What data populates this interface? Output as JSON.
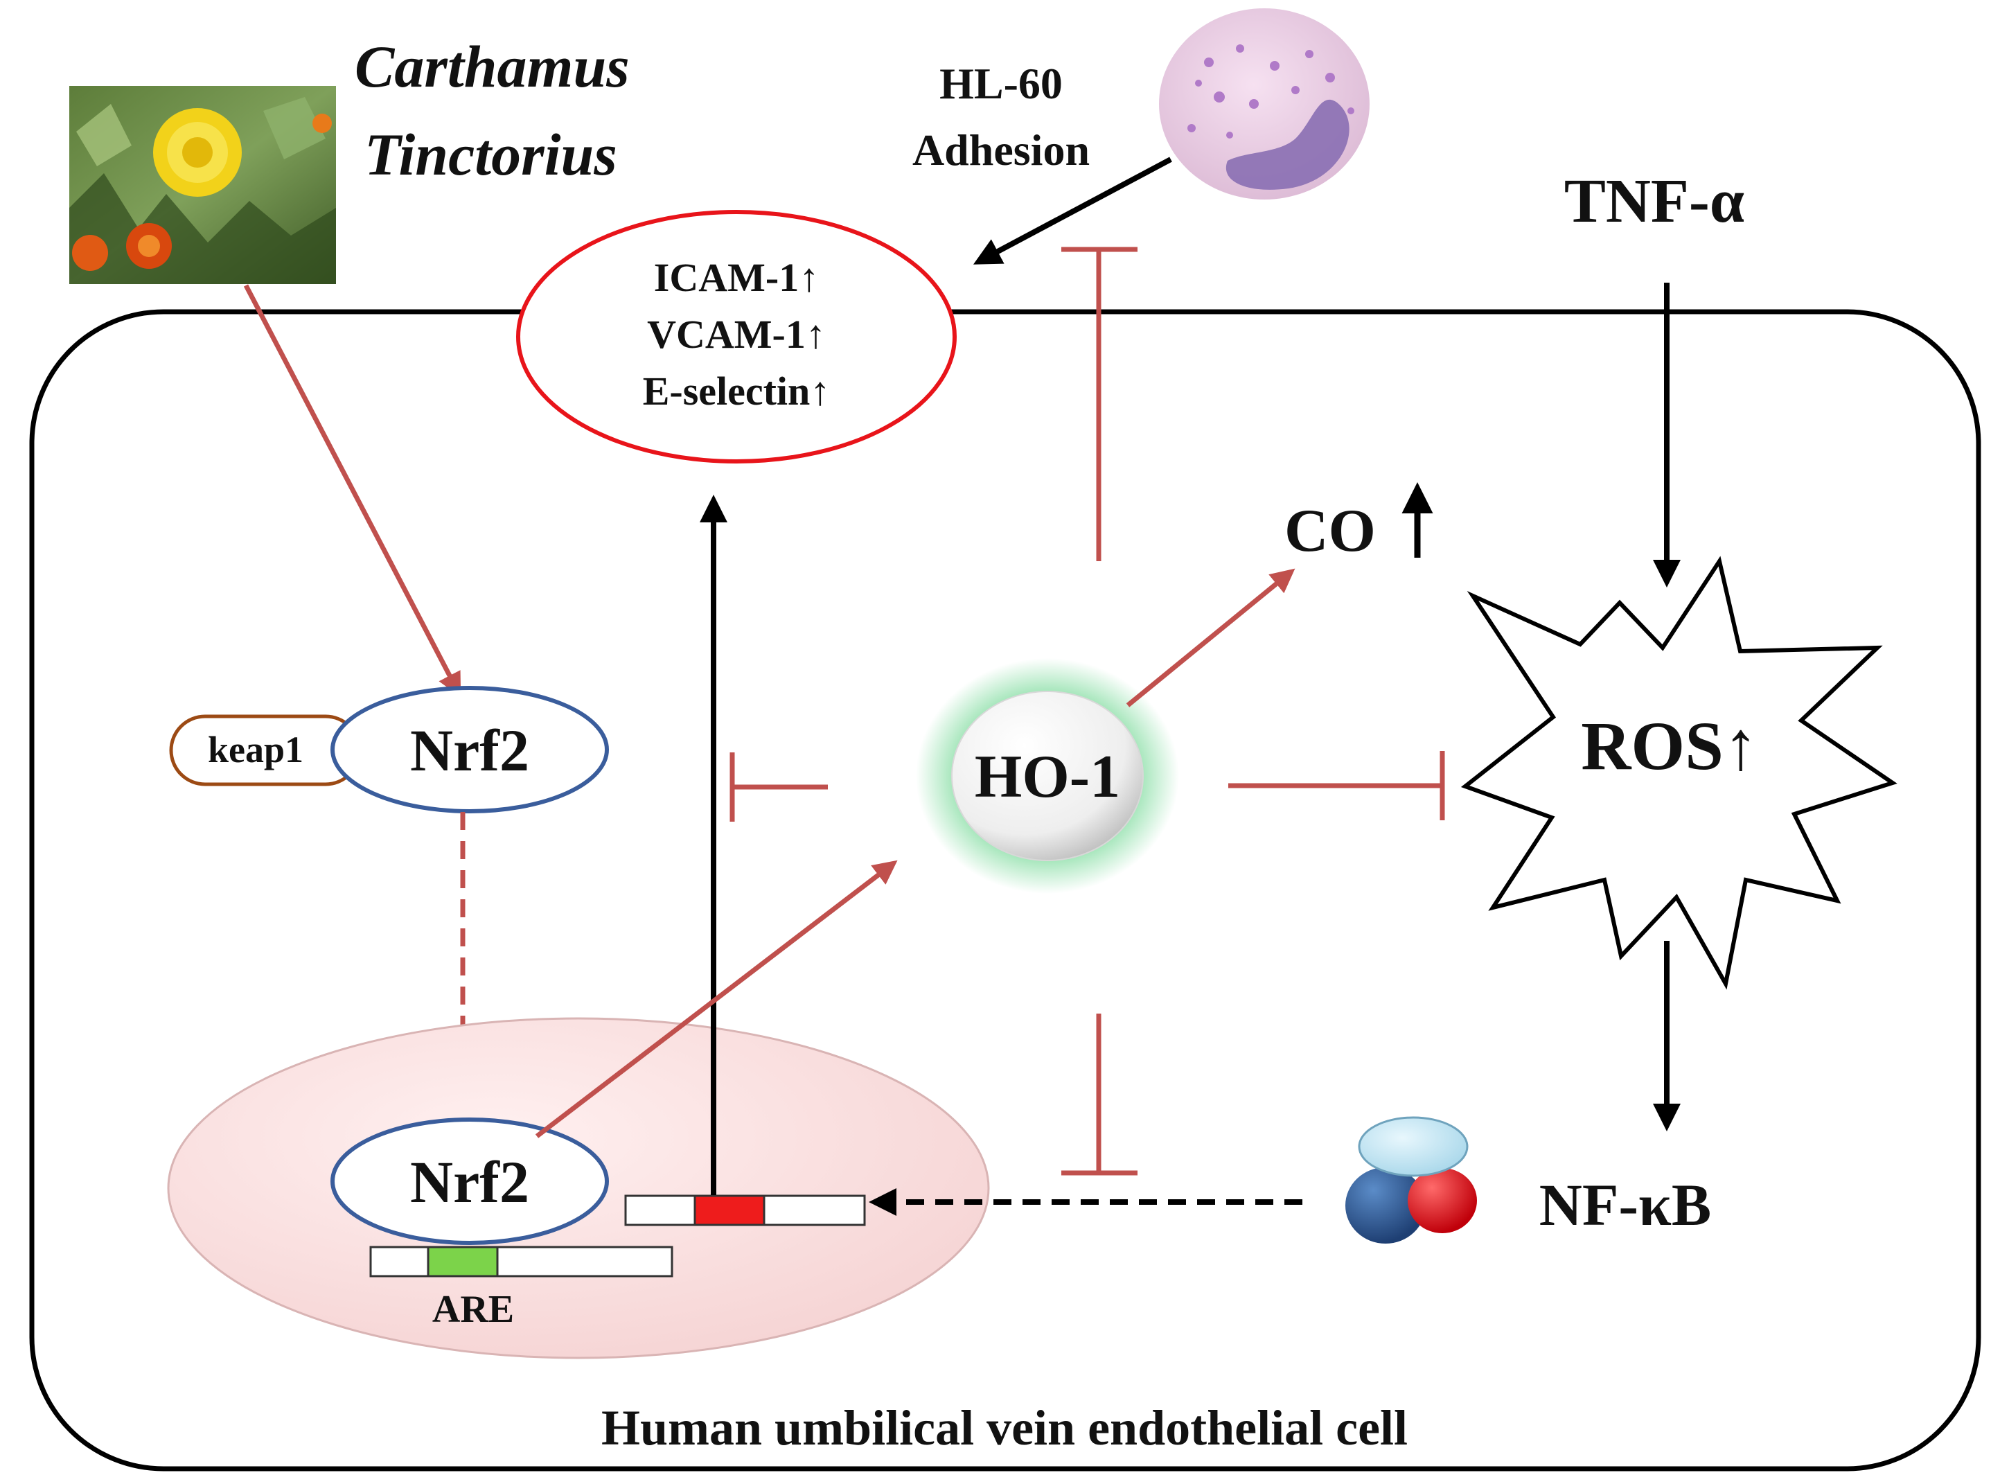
{
  "plant": {
    "name_line1": "Carthamus",
    "name_line2": "Tinctorius"
  },
  "hl60": {
    "line1": "HL-60",
    "line2": "Adhesion"
  },
  "stimulus": {
    "tnf": "TNF-α"
  },
  "adhesion_molecules": {
    "icam": "ICAM-1↑",
    "vcam": "VCAM-1↑",
    "eselectin": "E-selectin↑"
  },
  "co": {
    "label": "CO"
  },
  "ros": {
    "label": "ROS↑"
  },
  "ho1": {
    "label": "HO-1"
  },
  "nrf2": {
    "cytoplasm_label": "Nrf2",
    "nucleus_label": "Nrf2",
    "keap1_label": "keap1"
  },
  "are": {
    "label": "ARE"
  },
  "nfkb": {
    "label": "NF-κB"
  },
  "cell": {
    "caption": "Human umbilical vein endothelial cell"
  },
  "colors": {
    "activation_red": "#c0504d",
    "black": "#000000",
    "icam_ellipse": "#e8141a",
    "nrf2_outline": "#3a5d9c",
    "keap1_outline": "#9c4a14",
    "nucleus_fill": "#f9dcdc",
    "ho1_glow": "#9be3b3",
    "nfkb_light": "#bfe4f2",
    "nfkb_blue": "#2f5e9e",
    "nfkb_red": "#e8101a",
    "are_green": "#7cd34a",
    "gene_red": "#ee1c1c"
  },
  "icons": {
    "plant": "safflower-photo",
    "neutrophil": "hl60-cell-icon",
    "nfkb": "nfkb-complex-icon"
  }
}
